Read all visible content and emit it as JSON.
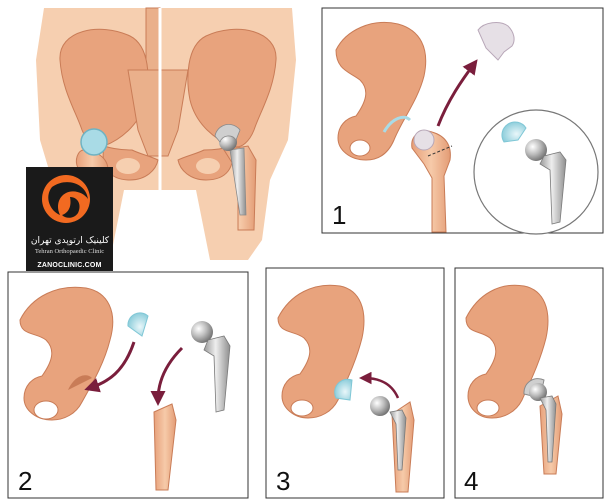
{
  "logo": {
    "name_fa": "کلینیک ارتوپدی تهران",
    "name_en": "Tehran Orthopaedic Clinic",
    "url": "ZANOCLINIC.COM"
  },
  "panels": [
    {
      "number": "1"
    },
    {
      "number": "2"
    },
    {
      "number": "3"
    },
    {
      "number": "4"
    }
  ],
  "colors": {
    "skin": "#f6cfb0",
    "bone": "#e8a37d",
    "bone_light": "#f4c7a6",
    "bone_dark": "#c97c57",
    "cartilage": "#a9dbe6",
    "metal": "#c9c9c9",
    "metal_dark": "#8a8a8a",
    "arrow": "#7a1e3c",
    "logo_orange": "#f26a21"
  }
}
